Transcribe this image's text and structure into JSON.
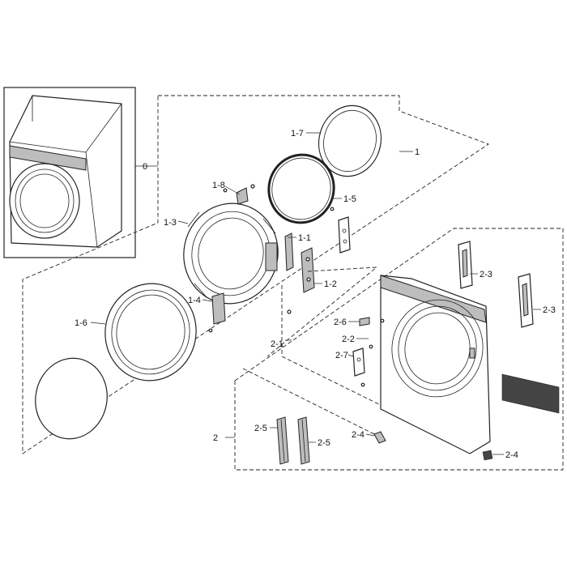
{
  "labels": {
    "l0": "0",
    "l1": "1",
    "l1_1": "1-1",
    "l1_2": "1-2",
    "l1_3": "1-3",
    "l1_4": "1-4",
    "l1_5": "1-5",
    "l1_6": "1-6",
    "l1_7": "1-7",
    "l1_8": "1-8",
    "l2": "2",
    "l2_1": "2-1",
    "l2_2": "2-2",
    "l2_3a": "2-3",
    "l2_3b": "2-3",
    "l2_4a": "2-4",
    "l2_4b": "2-4",
    "l2_5a": "2-5",
    "l2_5b": "2-5",
    "l2_6": "2-6",
    "l2_7": "2-7"
  }
}
